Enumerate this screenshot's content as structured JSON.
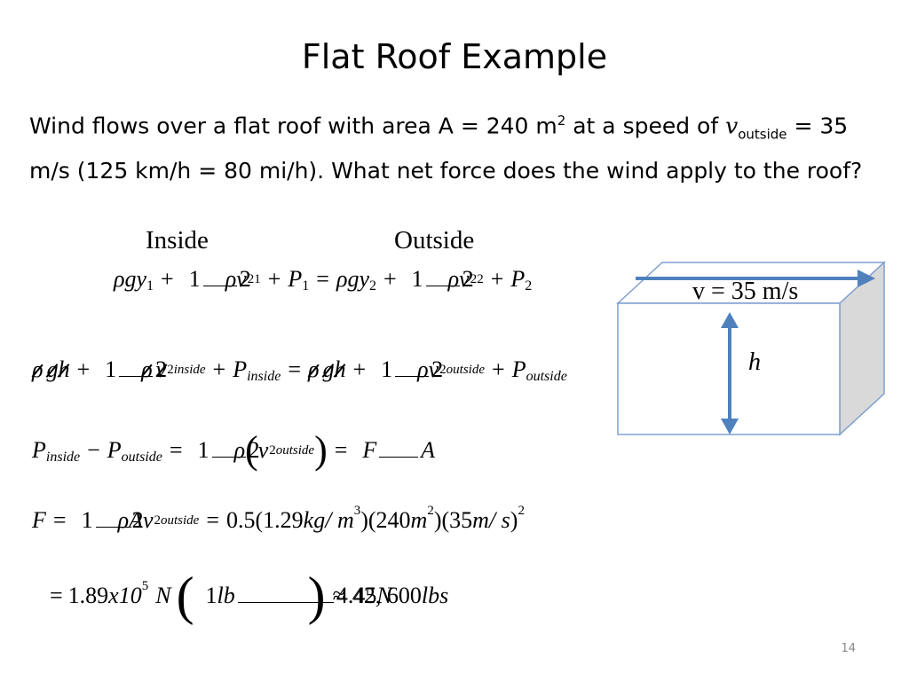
{
  "slide": {
    "title": "Flat Roof Example",
    "page_number": "14"
  },
  "problem": {
    "text_1": "Wind flows over a flat roof with area A = 240 m",
    "sup_2": "2",
    "text_2": " at a speed of ",
    "v": "v",
    "sub_outside": "outside",
    "text_3": " = 35 m/s (125 km/h  = 80 mi/h). What net force does the wind apply to the roof?"
  },
  "labels": {
    "inside": "Inside",
    "outside": "Outside"
  },
  "diagram": {
    "velocity_label": "v = 35 m/s",
    "height_label": "h",
    "colors": {
      "arrow": "#4f81bd",
      "face": "#ffffff",
      "side": "#d9d9d9",
      "edge": "#7f9fcf"
    }
  },
  "equations": {
    "eq1": "ρgy1 + ½ρv1² + P1 = ρgy2 + ½ρv2² + P2",
    "eq2": "ρgh + ½ρv²inside + Pinside = ρgh + ½ρv²outside + Poutside",
    "eq3": "Pinside − Poutside = ½ρ(v²outside) = F/A",
    "eq4": "F = ½ρAv²outside = 0.5(1.29kg/m³)(240m²)(35m/s)²",
    "eq5": "= 1.89x10⁵ N (1lb / 4.45N) ≈ 42,600lbs",
    "rho": "ρ",
    "g": "g",
    "y": "y",
    "h": "h",
    "v": "v",
    "P": "P",
    "F": "F",
    "A": "A",
    "N": "N",
    "one": "1",
    "two": "2",
    "three": "3",
    "five": "5",
    "plus": "+",
    "minus": "−",
    "equals": "=",
    "approx": "≈",
    "inside": "inside",
    "outside": "outside",
    "half_expr": "0.5(1.29",
    "kg": "kg",
    "slash_m": " / m",
    "paren_240": ")(240",
    "m": "m",
    "paren_35": ")(35",
    "slash_s": " / s",
    "close": ")",
    "val_189": "1.89",
    "x10": "x10",
    "lb": "lb",
    "val_445": "4.45",
    "result": "42, 600",
    "lbs": "lbs"
  }
}
